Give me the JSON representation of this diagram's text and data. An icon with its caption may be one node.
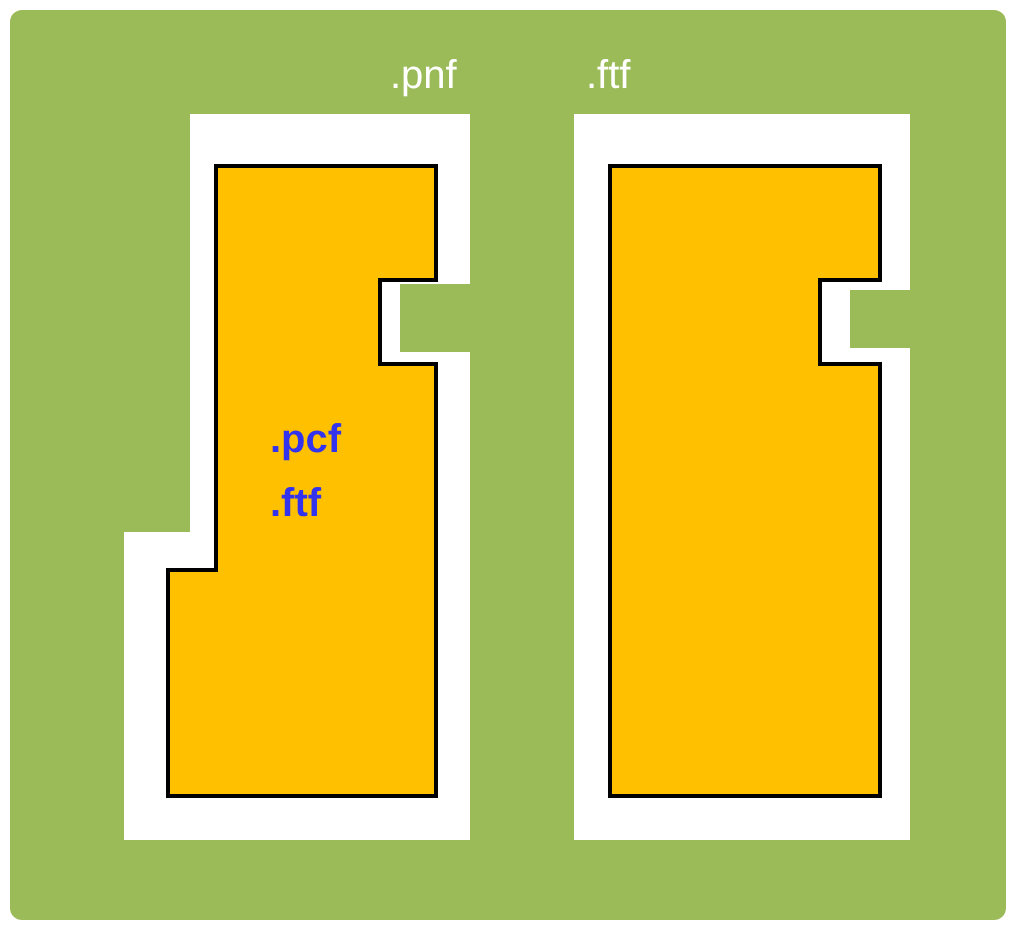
{
  "diagram": {
    "nodes": [
      {
        "text": [
          ".pnf"
        ]
      },
      {
        "text": [
          ".pcf",
          ".ftf"
        ],
        "in": 0
      },
      {
        "text": [
          ".ftf"
        ]
      },
      {
        "text": [],
        "shape": "box",
        "in": 2
      }
    ]
  }
}
